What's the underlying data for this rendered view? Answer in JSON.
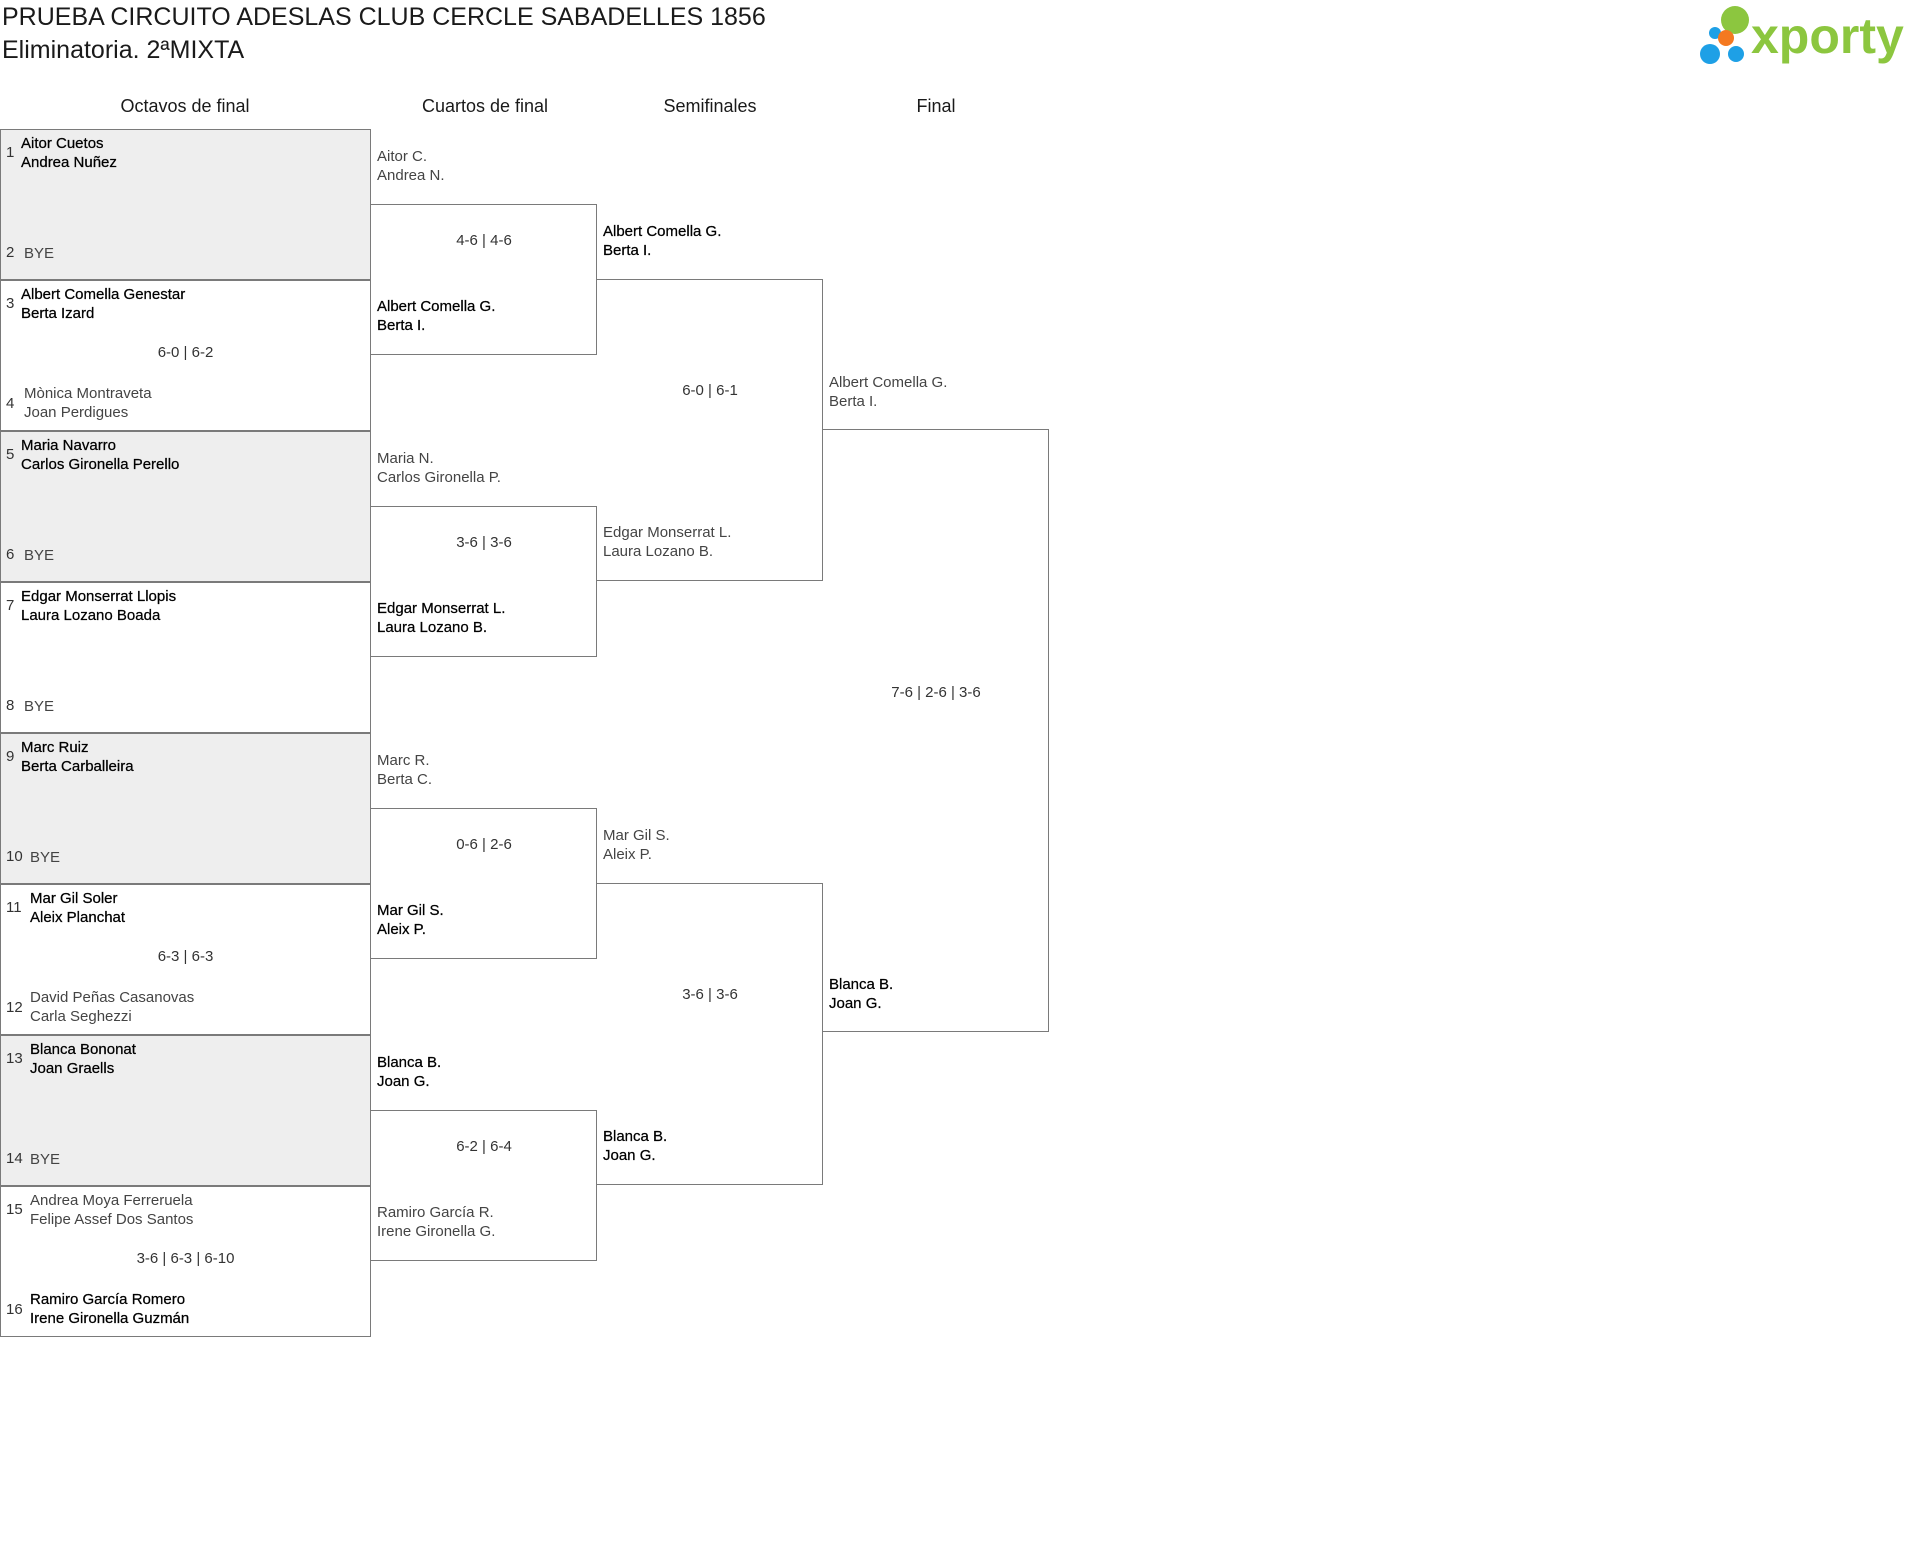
{
  "header": {
    "title": "PRUEBA CIRCUITO ADESLAS CLUB CERCLE SABADELLES 1856",
    "subtitle": "Eliminatoria. 2ªMIXTA",
    "logo_text": "xporty",
    "logo_colors": [
      "#8cc63f",
      "#1ea0e6",
      "#f47920"
    ]
  },
  "rounds": [
    "Octavos de final",
    "Cuartos de final",
    "Semifinales",
    "Final"
  ],
  "r16": [
    {
      "seeds": [
        "1",
        "2"
      ],
      "top": [
        "Aitor Cuetos",
        "Andrea Nuñez"
      ],
      "bottom": [
        "BYE"
      ],
      "score": "",
      "winner": "top"
    },
    {
      "seeds": [
        "3",
        "4"
      ],
      "top": [
        "Albert Comella Genestar",
        "Berta Izard"
      ],
      "bottom": [
        "Mònica Montraveta",
        "Joan Perdigues"
      ],
      "score": "6-0 | 6-2",
      "winner": "top"
    },
    {
      "seeds": [
        "5",
        "6"
      ],
      "top": [
        "Maria Navarro",
        "Carlos Gironella Perello"
      ],
      "bottom": [
        "BYE"
      ],
      "score": "",
      "winner": "top"
    },
    {
      "seeds": [
        "7",
        "8"
      ],
      "top": [
        "Edgar Monserrat Llopis",
        "Laura Lozano Boada"
      ],
      "bottom": [
        "BYE"
      ],
      "score": "",
      "winner": "top"
    },
    {
      "seeds": [
        "9",
        "10"
      ],
      "top": [
        "Marc Ruiz",
        "Berta Carballeira"
      ],
      "bottom": [
        "BYE"
      ],
      "score": "",
      "winner": "top"
    },
    {
      "seeds": [
        "11",
        "12"
      ],
      "top": [
        "Mar Gil Soler",
        "Aleix Planchat"
      ],
      "bottom": [
        "David Peñas Casanovas",
        "Carla Seghezzi"
      ],
      "score": "6-3 | 6-3",
      "winner": "top"
    },
    {
      "seeds": [
        "13",
        "14"
      ],
      "top": [
        "Blanca Bononat",
        "Joan Graells"
      ],
      "bottom": [
        "BYE"
      ],
      "score": "",
      "winner": "top"
    },
    {
      "seeds": [
        "15",
        "16"
      ],
      "top": [
        "Andrea Moya Ferreruela",
        "Felipe Assef Dos Santos"
      ],
      "bottom": [
        "Ramiro García Romero",
        "Irene Gironella Guzmán"
      ],
      "score": "3-6 | 6-3 | 6-10",
      "winner": "bottom"
    }
  ],
  "qf": [
    {
      "top": [
        "Aitor C.",
        "Andrea N."
      ],
      "bottom": [
        "Albert Comella G.",
        "Berta I."
      ],
      "score": "4-6 | 4-6",
      "winner": "bottom"
    },
    {
      "top": [
        "Maria N.",
        "Carlos Gironella P."
      ],
      "bottom": [
        "Edgar Monserrat L.",
        "Laura Lozano B."
      ],
      "score": "3-6 | 3-6",
      "winner": "bottom"
    },
    {
      "top": [
        "Marc R.",
        "Berta C."
      ],
      "bottom": [
        "Mar Gil S.",
        "Aleix P."
      ],
      "score": "0-6 | 2-6",
      "winner": "bottom"
    },
    {
      "top": [
        "Blanca B.",
        "Joan G."
      ],
      "bottom": [
        "Ramiro García R.",
        "Irene Gironella G."
      ],
      "score": "6-2 | 6-4",
      "winner": "top"
    }
  ],
  "sf": [
    {
      "top": [
        "Albert Comella G.",
        "Berta I."
      ],
      "bottom": [
        "Edgar Monserrat L.",
        "Laura Lozano B."
      ],
      "score": "6-0 | 6-1",
      "winner": "top"
    },
    {
      "top": [
        "Mar Gil S.",
        "Aleix P."
      ],
      "bottom": [
        "Blanca B.",
        "Joan G."
      ],
      "score": "3-6 | 3-6",
      "winner": "bottom"
    }
  ],
  "final": {
    "top": [
      "Albert Comella G.",
      "Berta I."
    ],
    "bottom": [
      "Blanca B.",
      "Joan G."
    ],
    "score": "7-6 | 2-6 | 3-6",
    "winner": "bottom"
  }
}
